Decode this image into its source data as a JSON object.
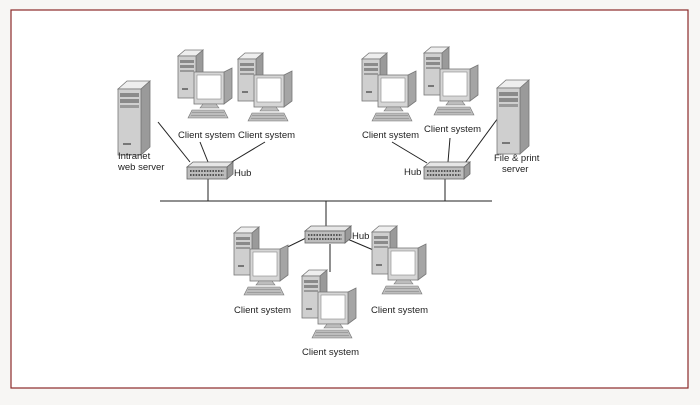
{
  "diagram": {
    "labels": {
      "client_system": "Client system",
      "hub": "Hub",
      "intranet_line1": "Intranet",
      "intranet_line2": "web server",
      "fileprint_line1": "File & print",
      "fileprint_line2": "server"
    }
  }
}
